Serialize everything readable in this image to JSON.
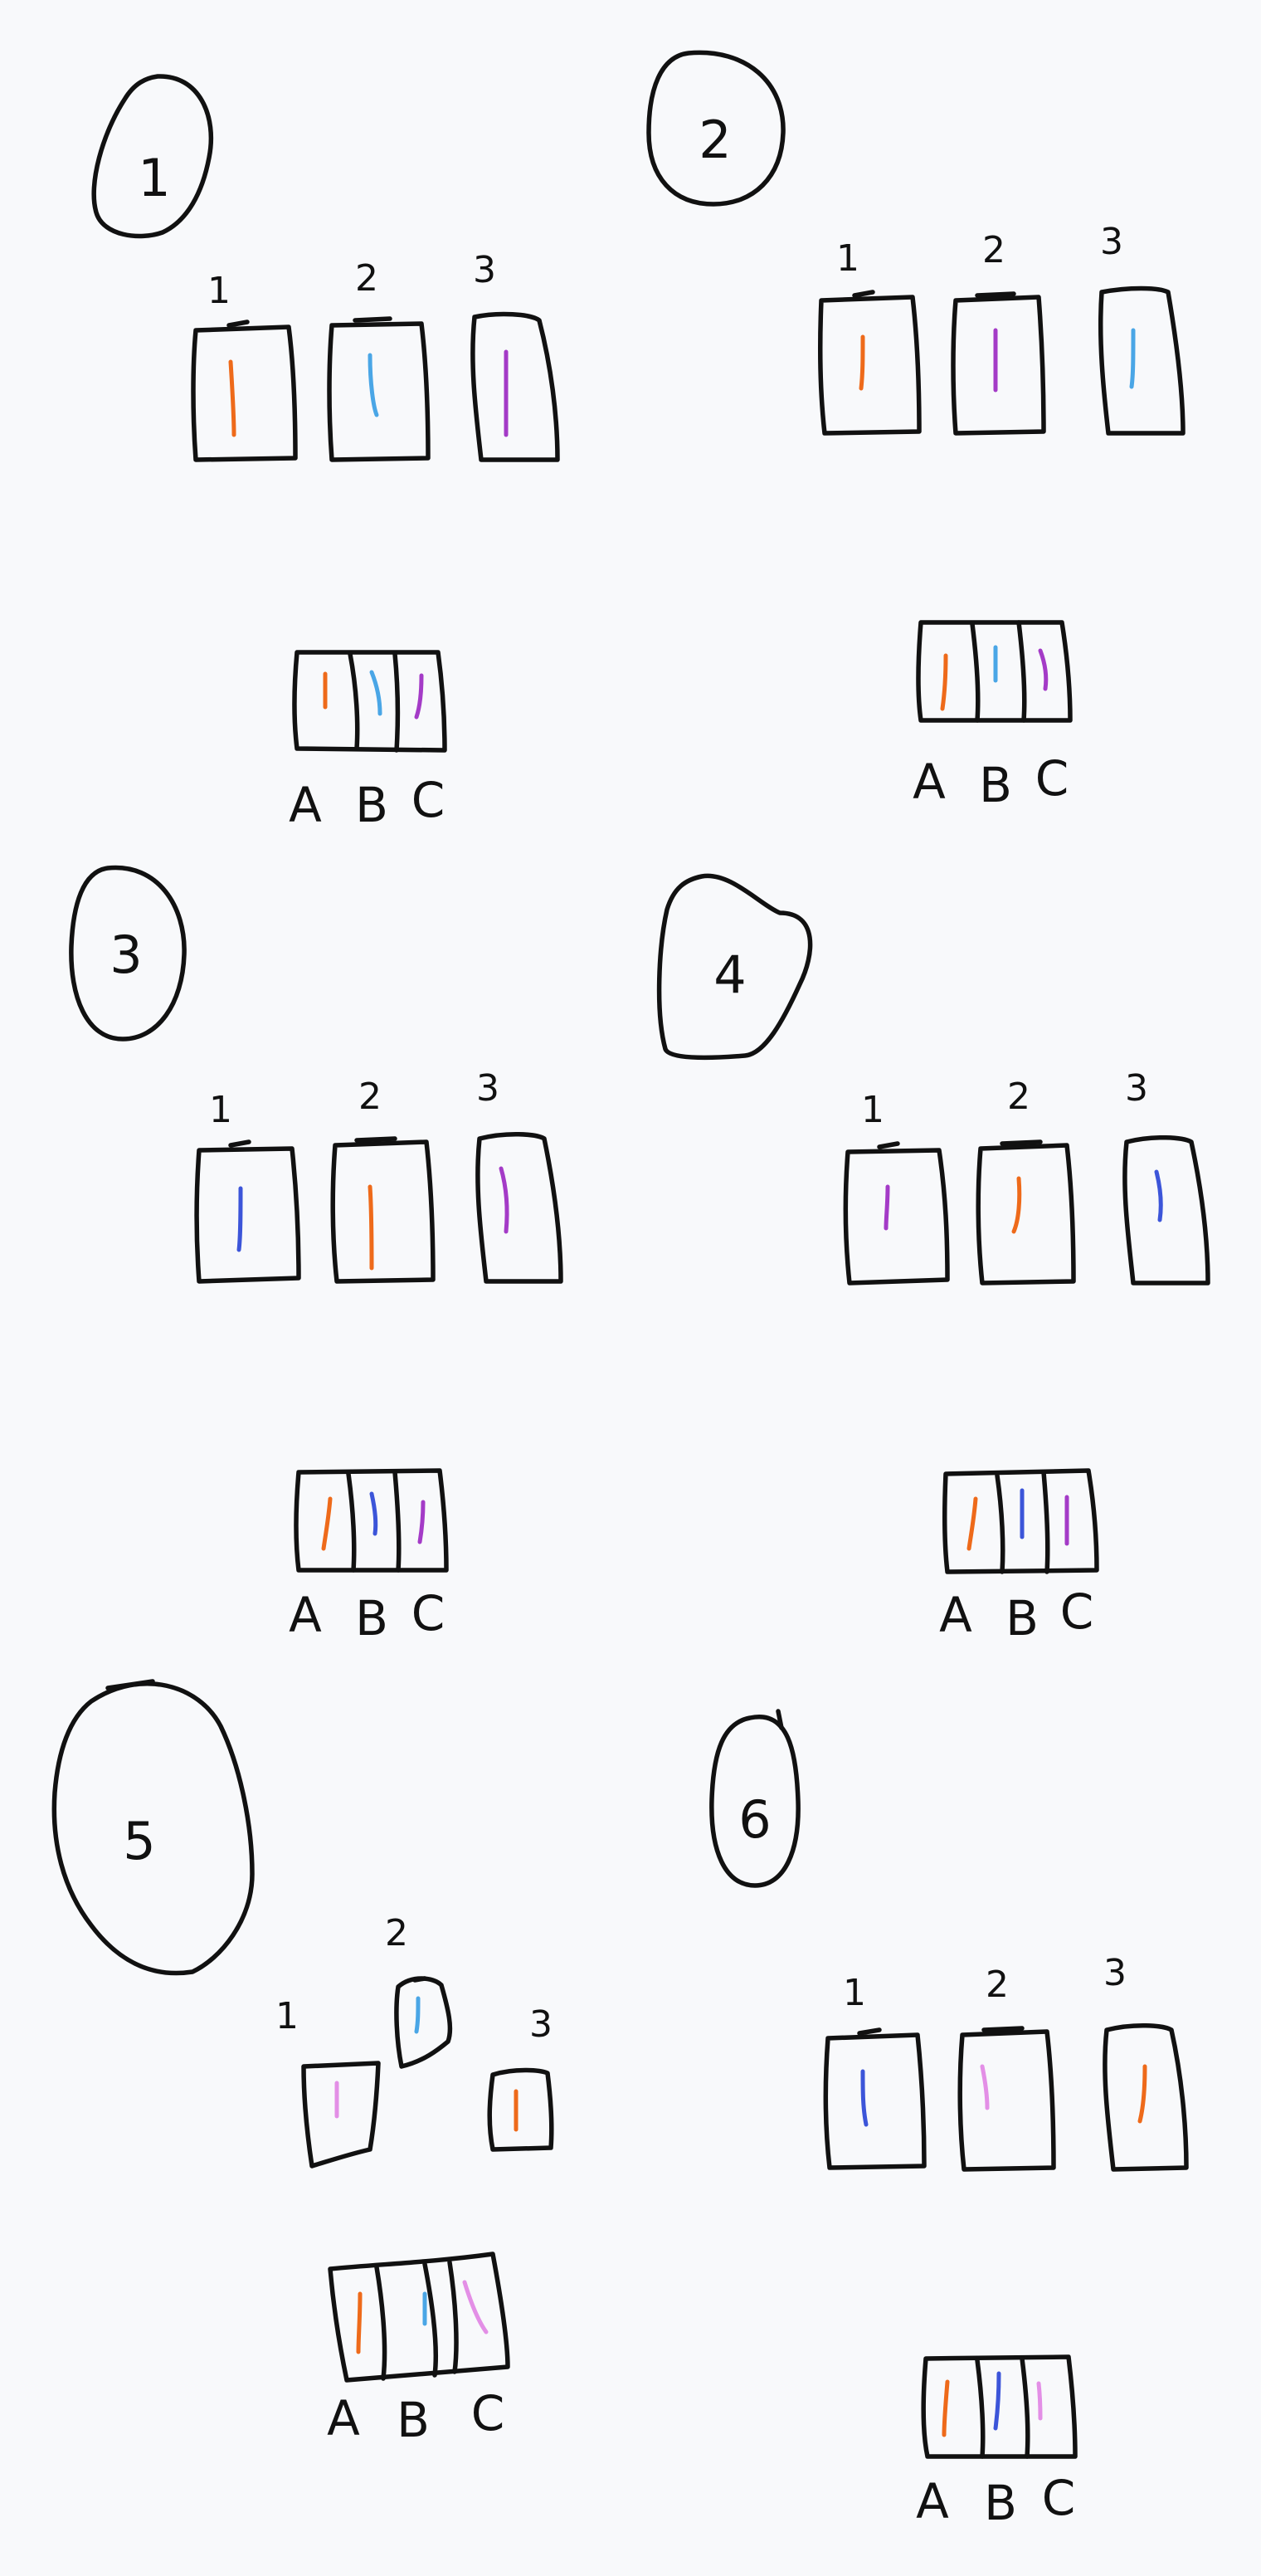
{
  "colors": {
    "ink": "#111111",
    "orange": "#ee6a1a",
    "sky": "#4aa6e6",
    "purple": "#a43bc7",
    "blue": "#3c55d9",
    "pink": "#e38fe6"
  },
  "panels": [
    {
      "number": "1",
      "boxes": [
        {
          "label": "1",
          "mark": "orange"
        },
        {
          "label": "2",
          "mark": "sky"
        },
        {
          "label": "3",
          "mark": "purple"
        }
      ],
      "combined": [
        "orange",
        "sky",
        "purple"
      ],
      "letters": [
        "A",
        "B",
        "C"
      ]
    },
    {
      "number": "2",
      "boxes": [
        {
          "label": "1",
          "mark": "orange"
        },
        {
          "label": "2",
          "mark": "purple"
        },
        {
          "label": "3",
          "mark": "sky"
        }
      ],
      "combined": [
        "orange",
        "sky",
        "purple"
      ],
      "letters": [
        "A",
        "B",
        "C"
      ]
    },
    {
      "number": "3",
      "boxes": [
        {
          "label": "1",
          "mark": "blue"
        },
        {
          "label": "2",
          "mark": "orange"
        },
        {
          "label": "3",
          "mark": "purple"
        }
      ],
      "combined": [
        "orange",
        "blue",
        "purple"
      ],
      "letters": [
        "A",
        "B",
        "C"
      ]
    },
    {
      "number": "4",
      "boxes": [
        {
          "label": "1",
          "mark": "purple"
        },
        {
          "label": "2",
          "mark": "orange"
        },
        {
          "label": "3",
          "mark": "blue"
        }
      ],
      "combined": [
        "orange",
        "blue",
        "purple"
      ],
      "letters": [
        "A",
        "B",
        "C"
      ]
    },
    {
      "number": "5",
      "boxes": [
        {
          "label": "1",
          "mark": "pink"
        },
        {
          "label": "2",
          "mark": "sky"
        },
        {
          "label": "3",
          "mark": "orange"
        }
      ],
      "combined": [
        "orange",
        "sky",
        "pink"
      ],
      "letters": [
        "A",
        "B",
        "C"
      ]
    },
    {
      "number": "6",
      "boxes": [
        {
          "label": "1",
          "mark": "blue"
        },
        {
          "label": "2",
          "mark": "pink"
        },
        {
          "label": "3",
          "mark": "orange"
        }
      ],
      "combined": [
        "orange",
        "blue",
        "pink"
      ],
      "letters": [
        "A",
        "B",
        "C"
      ]
    }
  ]
}
